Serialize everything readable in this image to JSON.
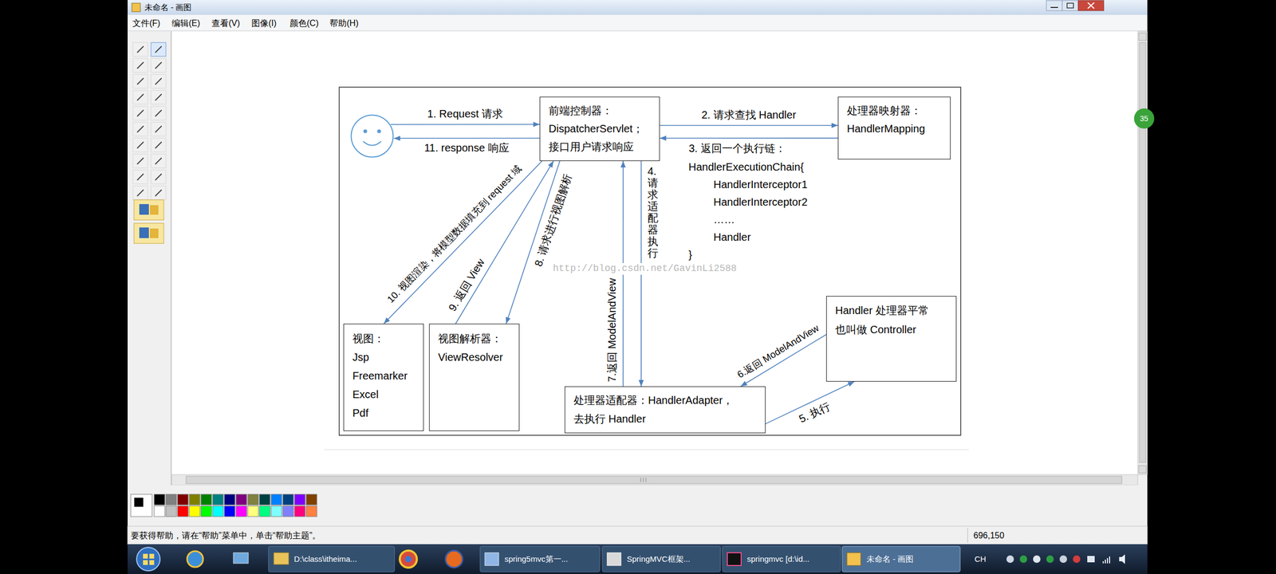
{
  "diagram": {
    "nodes": [
      {
        "text": []
      },
      {
        "text": [
          "前端控制器：",
          "DispatcherServlet；",
          "接口用户请求响应"
        ]
      },
      {
        "text": [
          "处理器映射器：",
          "HandlerMapping"
        ]
      },
      {
        "text": [
          "视图：",
          "Jsp",
          "Freemarker",
          "Excel",
          "Pdf"
        ]
      },
      {
        "text": [
          "视图解析器：",
          "ViewResolver"
        ]
      },
      {
        "text": [
          "处理器适配器：HandlerAdapter，",
          "去执行 Handler"
        ]
      },
      {
        "text": [
          "Handler 处理器平常 也叫做 Controller"
        ]
      }
    ],
    "edges": [
      {
        "from": 0,
        "to": 1,
        "arrow": "to",
        "label": "1. Request 请求"
      },
      {
        "from": 1,
        "to": 2,
        "arrow": "to",
        "label": "2. 请求查找 Handler"
      },
      {
        "from": 2,
        "to": 1,
        "arrow": "to",
        "label": "3. 返回一个执行链："
      },
      {
        "from": 1,
        "to": 5,
        "arrow": "to",
        "label": "4. 请求适配器执行"
      },
      {
        "from": 5,
        "to": 6,
        "arrow": "to",
        "label": "5. 执行"
      },
      {
        "from": 6,
        "to": 5,
        "arrow": "to",
        "label": "6.返回 ModelAndView"
      },
      {
        "from": 5,
        "to": 1,
        "arrow": "to",
        "label": "7.返回 ModelAndView"
      },
      {
        "from": 1,
        "to": 4,
        "arrow": "to",
        "label": "8. 请求进行视图解析"
      },
      {
        "from": 4,
        "to": 1,
        "arrow": "to",
        "label": "9. 返回 View"
      },
      {
        "from": 1,
        "to": 3,
        "arrow": "to",
        "label": "10. 视图渲染，将模型数据填充到 request 域"
      },
      {
        "from": 1,
        "to": 0,
        "arrow": "to",
        "label": "11. response 响应"
      }
    ],
    "labels": [
      "HandlerExecutionChain{",
      "HandlerInterceptor1",
      "HandlerInterceptor2",
      "……",
      "Handler",
      "}",
      "http://blog.csdn.net/GavinLi2588",
      "未命名 - 画图",
      "文件(F)",
      "编辑(E)",
      "查看(V)",
      "图像(I)",
      "颜色(C)",
      "帮助(H)",
      "要获得帮助，请在“帮助”菜单中，单击“帮助主题”。",
      "696,150",
      "35",
      "D:\\class\\itheima...",
      "spring5mvc第一...",
      "SpringMVC框架...",
      "springmvc [d:\\id...",
      "未命名 - 画图",
      "CH"
    ]
  }
}
